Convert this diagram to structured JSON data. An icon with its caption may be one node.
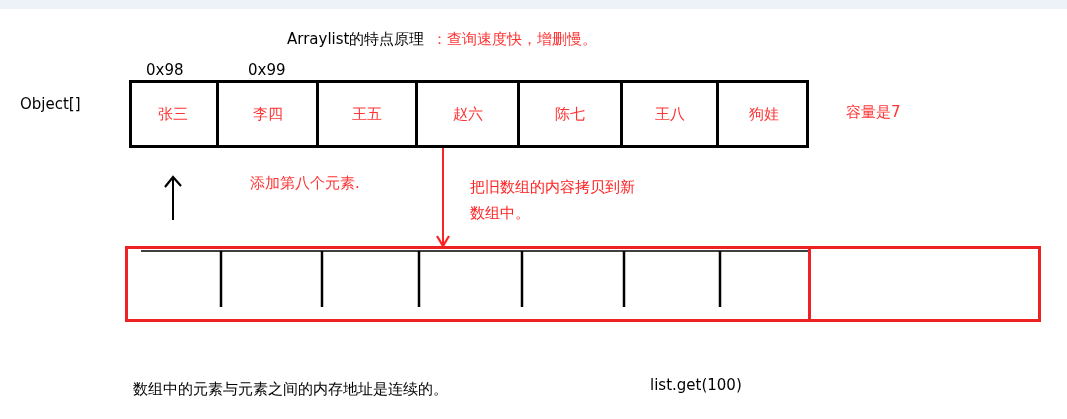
{
  "diagram": {
    "title": "Arraylist的特点原理",
    "nodes": [
      {
        "text": [],
        "shape": "box"
      },
      {
        "text": [
          "张三"
        ],
        "in": 0
      },
      {
        "text": [
          "李四"
        ],
        "in": 0
      },
      {
        "text": [
          "王五"
        ],
        "in": 0
      },
      {
        "text": [
          "赵六"
        ],
        "in": 0
      },
      {
        "text": [
          "陈七"
        ],
        "in": 0
      },
      {
        "text": [
          "王八"
        ],
        "in": 0
      },
      {
        "text": [
          "狗娃"
        ],
        "in": 0
      },
      {
        "text": [],
        "shape": "box"
      },
      {
        "text": [],
        "shape": "box",
        "in": 8
      }
    ],
    "edges": [
      {
        "from": 0,
        "to": 8,
        "arrow": "to",
        "color": "#ff2222",
        "label": "把旧数组的内容拷贝到新数组中。"
      }
    ],
    "labels": [
      "：查询速度快，增删慢。",
      "0x98",
      "0x99",
      "Object[]",
      "容量是7",
      "添加第八个元素.",
      "数组中的元素与元素之间的内存地址是连续的。",
      "list.get(100)"
    ]
  }
}
